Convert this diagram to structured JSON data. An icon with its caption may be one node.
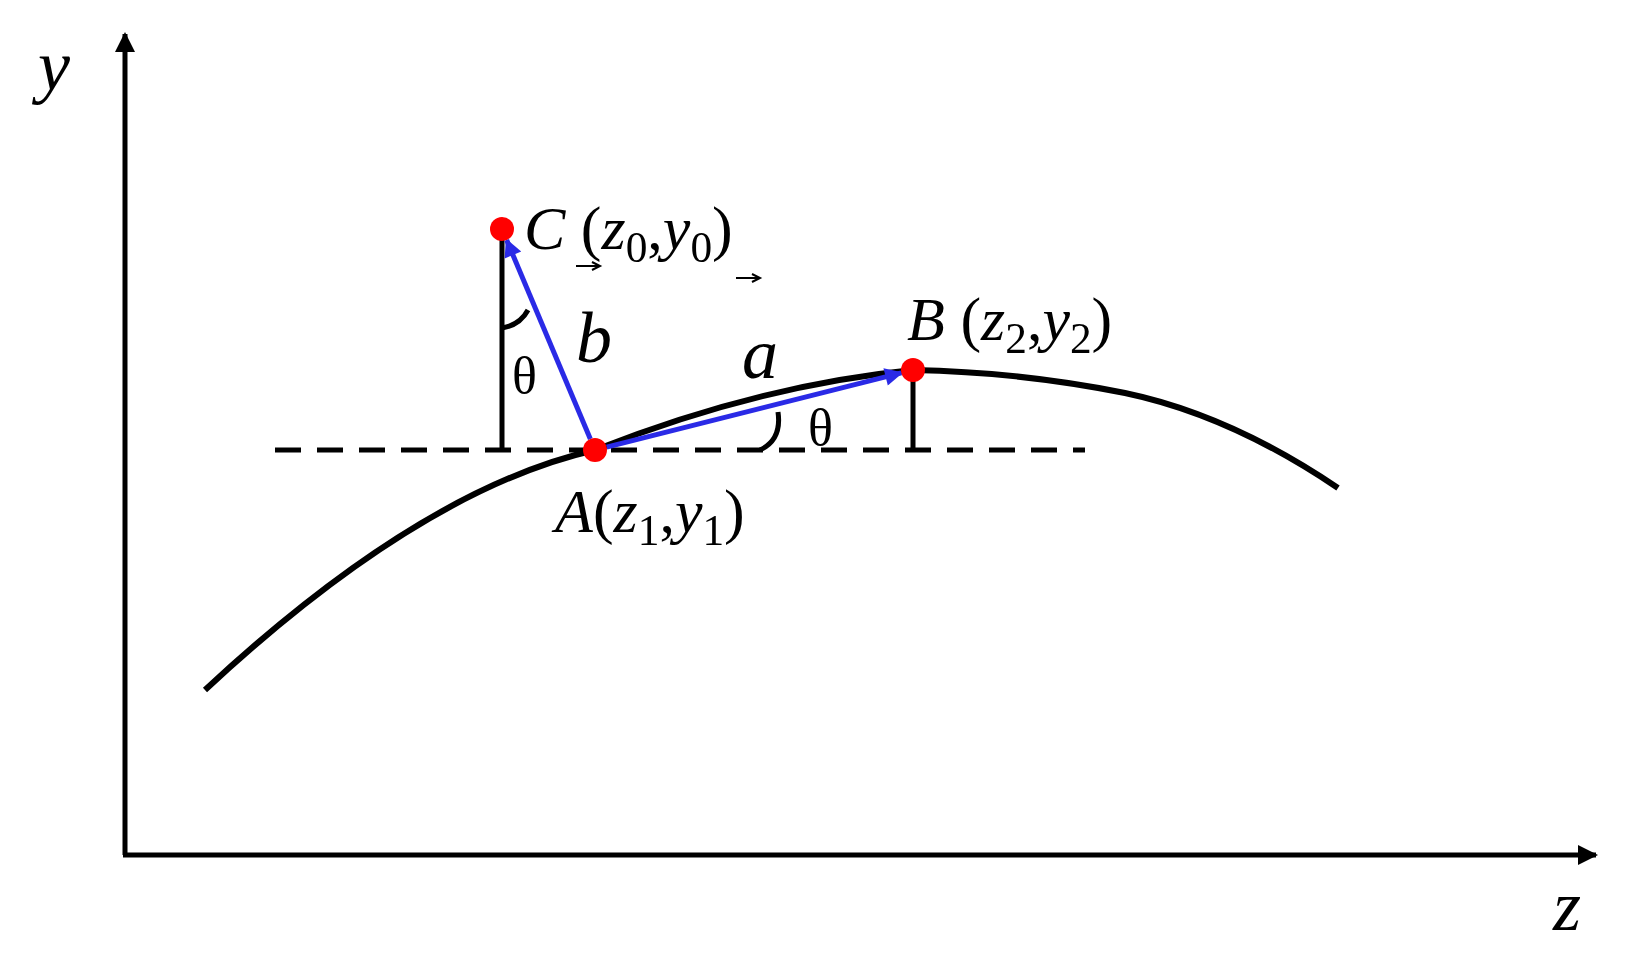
{
  "diagram": {
    "nodes": [
      {
        "text": [
          "*A*(*z*$_{1}$,*y*$_{1}$)"
        ]
      },
      {
        "text": [
          "*B* (*z*$_{2}$,*y*$_{2}$)"
        ]
      },
      {
        "text": [
          "*C* (*z*$_{0}$,*y*$_{0}$)"
        ]
      }
    ],
    "edges": [
      {
        "from": 0,
        "to": 1,
        "arrow": "to",
        "label": "a",
        "color": "#2a2ae6"
      },
      {
        "from": 0,
        "to": 2,
        "arrow": "to",
        "label": "b",
        "color": "#2a2ae6"
      }
    ],
    "labels": [
      "y",
      "z",
      "θ",
      "θ"
    ]
  }
}
